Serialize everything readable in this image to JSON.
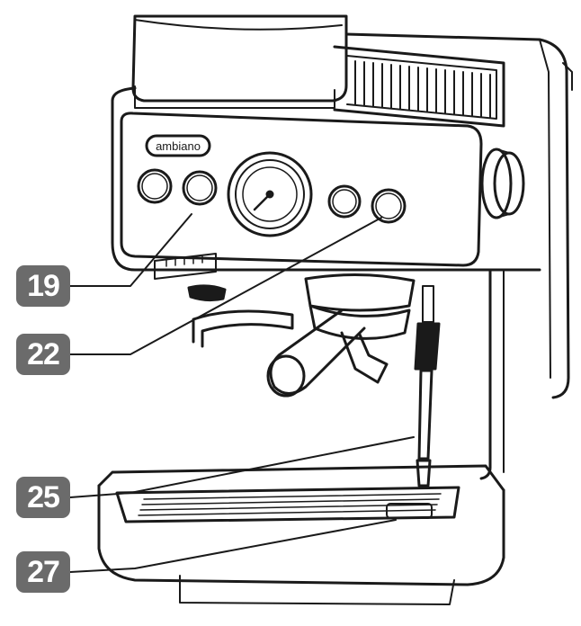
{
  "brand_logo_text": "ambiano",
  "callouts": [
    {
      "label": "19"
    },
    {
      "label": "22"
    },
    {
      "label": "25"
    },
    {
      "label": "27"
    }
  ],
  "colors": {
    "line": "#1a1a1a",
    "callout_fill": "#6b6b6b",
    "callout_text": "#ffffff"
  }
}
